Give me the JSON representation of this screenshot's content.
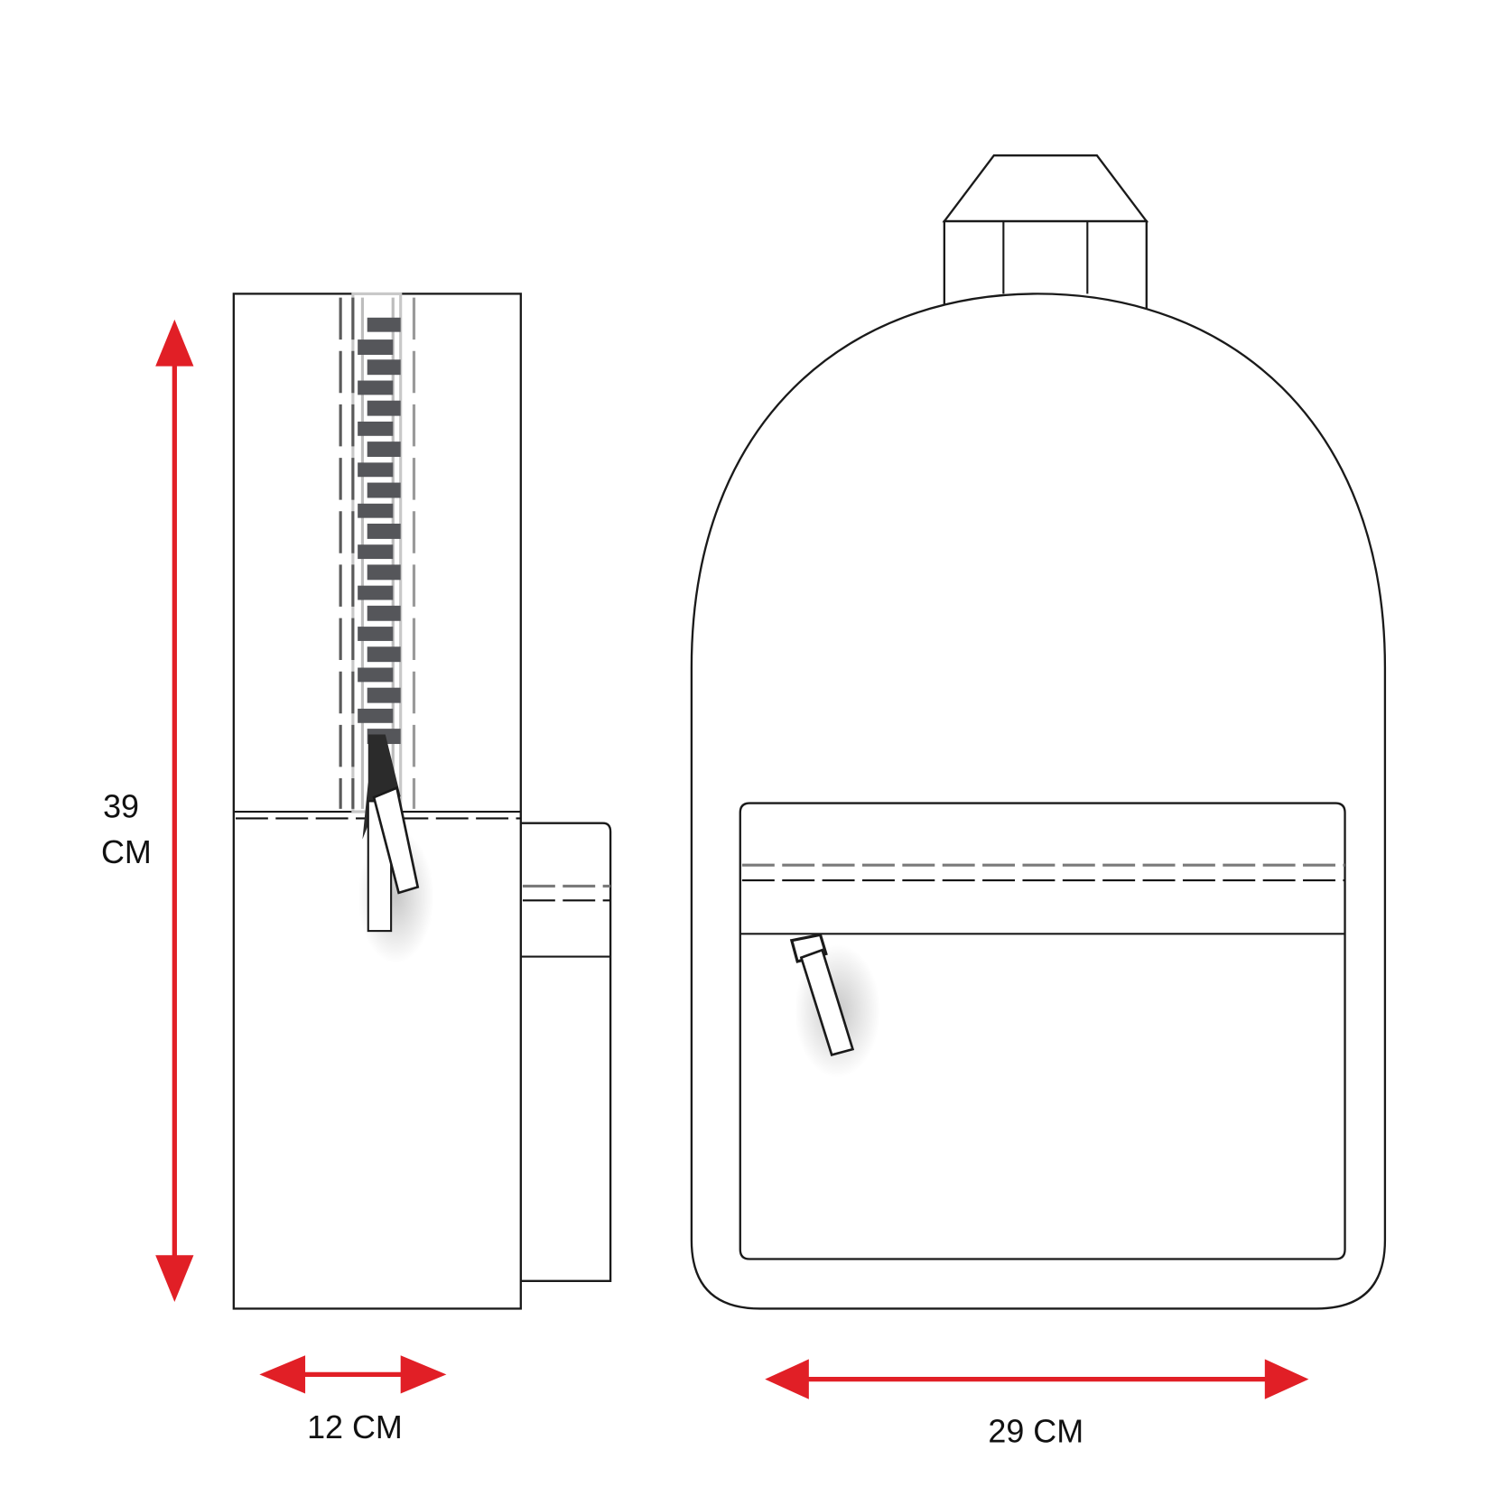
{
  "diagram": {
    "subject": "Backpack technical drawing with dimensions",
    "views": [
      "side-view",
      "front-view"
    ],
    "colors": {
      "dimension_arrow": "#e11f26",
      "outline": "#1a1a1a",
      "zipper_teeth": "#55565a",
      "background": "#ffffff"
    }
  },
  "dimensions": {
    "height": {
      "value": "39",
      "unit": "CM"
    },
    "depth": {
      "label": "12 CM"
    },
    "width": {
      "label": "29 CM"
    }
  }
}
